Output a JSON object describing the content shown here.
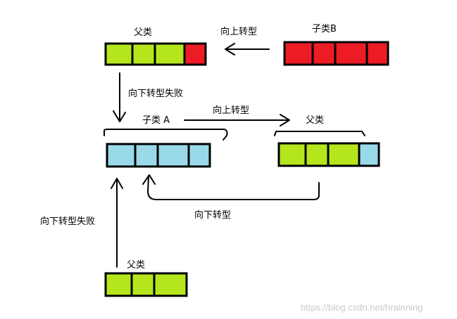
{
  "colors": {
    "green": "#b5e61d",
    "red": "#ed1c24",
    "blue": "#99d9ea",
    "stroke": "#000000",
    "watermark": "#c9c9c9"
  },
  "boxes": {
    "parent_top": {
      "label": "父类",
      "cells": [
        "green",
        "green",
        "green",
        "red"
      ]
    },
    "child_b": {
      "label": "子类B",
      "cells": [
        "red",
        "red",
        "red",
        "red"
      ]
    },
    "child_a": {
      "label": "子类 A",
      "cells": [
        "blue",
        "blue",
        "blue",
        "blue"
      ]
    },
    "parent_right": {
      "label": "父类",
      "cells": [
        "green",
        "green",
        "green",
        "blue"
      ]
    },
    "parent_bottom": {
      "label": "父类",
      "cells": [
        "green",
        "green",
        "green"
      ]
    }
  },
  "arrows": {
    "upcast_top": "向上转型",
    "downcast_fail_top": "向下转型失败",
    "upcast_mid": "向上转型",
    "downcast_mid": "向下转型",
    "downcast_fail_bottom": "向下转型失败"
  },
  "watermark": "https://blog.csdn.net/hrainning"
}
